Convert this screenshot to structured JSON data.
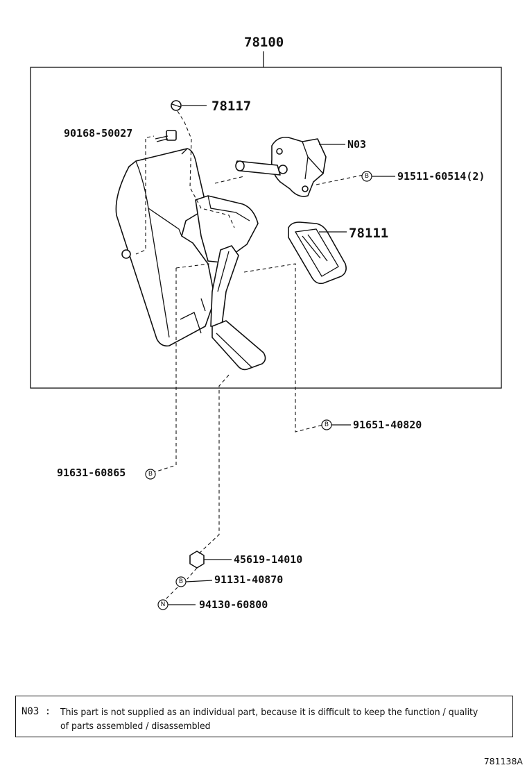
{
  "diagram": {
    "assembly_number": "78100",
    "diagram_id": "781138A",
    "parts": [
      {
        "id": "p78117",
        "number": "78117"
      },
      {
        "id": "p90168",
        "number": "90168-50027"
      },
      {
        "id": "pN03",
        "number": "N03"
      },
      {
        "id": "p91511",
        "number": "91511-60514(2)",
        "badge": "B"
      },
      {
        "id": "p78111",
        "number": "78111"
      },
      {
        "id": "p91651",
        "number": "91651-40820",
        "badge": "B"
      },
      {
        "id": "p91631",
        "number": "91631-60865",
        "badge": "B"
      },
      {
        "id": "p45619",
        "number": "45619-14010"
      },
      {
        "id": "p91131",
        "number": "91131-40870",
        "badge": "B"
      },
      {
        "id": "p94130",
        "number": "94130-60800",
        "badge": "N"
      }
    ]
  },
  "note": {
    "code": "N03",
    "separator": ":",
    "text": "This part is not supplied as an individual part, because it is difficult to keep the function / quality of parts assembled / disassembled"
  }
}
